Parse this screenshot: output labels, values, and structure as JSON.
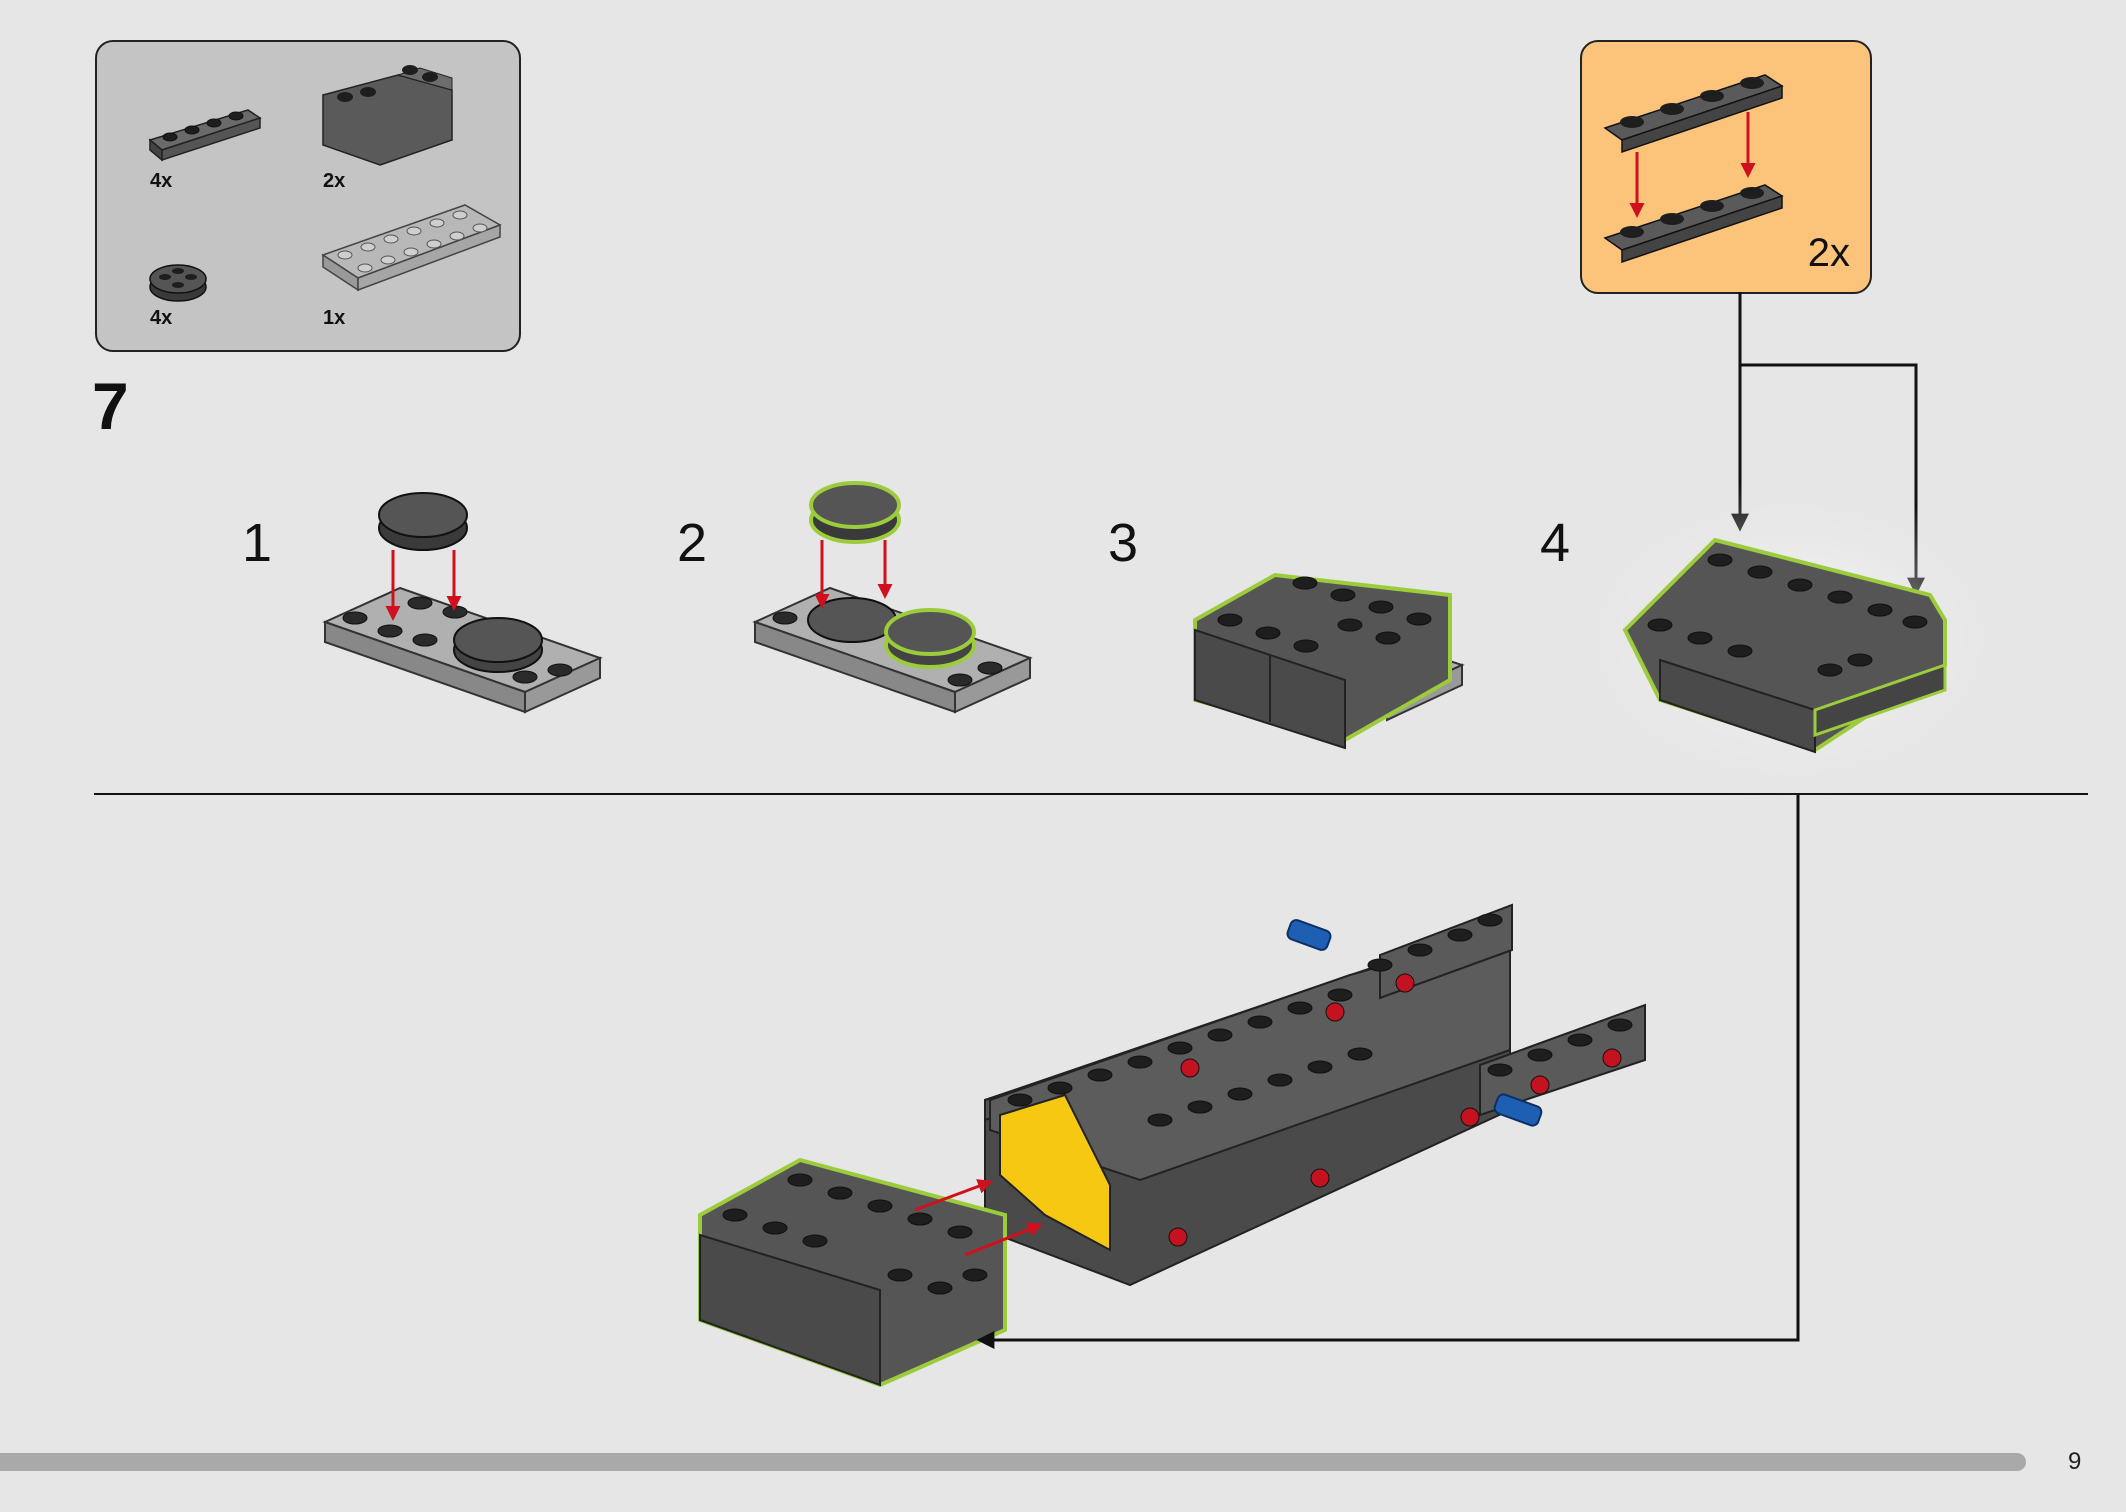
{
  "parts_list": {
    "items": [
      {
        "qty": "4x",
        "icon": "plate-1x4-icon"
      },
      {
        "qty": "2x",
        "icon": "bracket-brick-icon"
      },
      {
        "qty": "4x",
        "icon": "round-plate-icon"
      },
      {
        "qty": "1x",
        "icon": "plate-2x6-icon"
      }
    ]
  },
  "step": {
    "number": "7"
  },
  "substeps": [
    {
      "number": "1"
    },
    {
      "number": "2"
    },
    {
      "number": "3"
    },
    {
      "number": "4"
    }
  ],
  "callout": {
    "qty": "2x"
  },
  "footer": {
    "page_number": "9"
  },
  "colors": {
    "background": "#e6e6e6",
    "parts_box": "#c4c4c4",
    "callout": "#fcc37a",
    "highlight": "#9ccc3c",
    "arrow": "#d0101e",
    "brick": "#5a5a5a",
    "stud": "#1e1e1e"
  }
}
